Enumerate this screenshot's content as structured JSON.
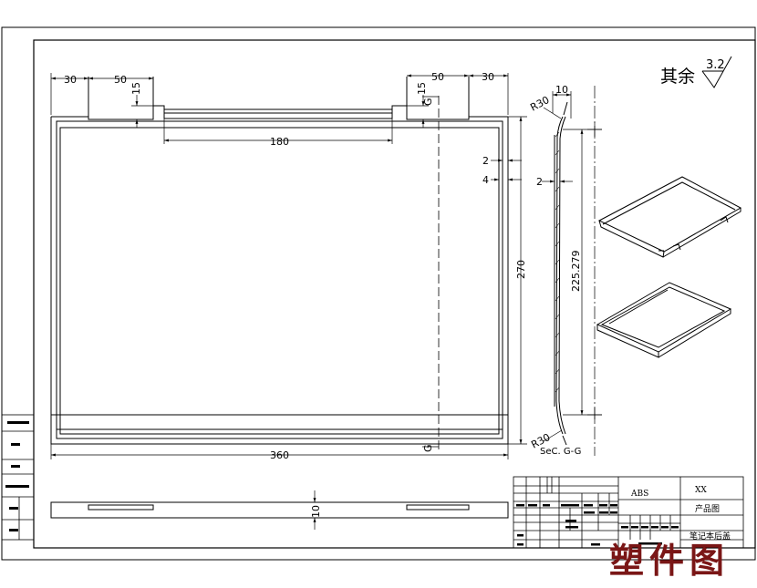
{
  "dims": {
    "w30_left": "30",
    "w50_left": "50",
    "h15_left": "15",
    "w50_right": "50",
    "w30_right": "30",
    "h15_right": "15",
    "w180": "180",
    "w360": "360",
    "h270": "270",
    "gap2": "2",
    "gap4": "4",
    "sec_w10": "10",
    "sec_r30_top": "R30",
    "sec_r30_bottom": "R30",
    "sec_gap2": "2",
    "sec_h225": "225.279",
    "bottom_h10": "10"
  },
  "section": {
    "marker_top": "G",
    "marker_bottom": "G",
    "label": "SeC. G-G"
  },
  "roughness": {
    "label": "其余",
    "value": "3.2"
  },
  "title_block": {
    "material": "ABS",
    "company": "XX",
    "drawing_type": "产品图",
    "part_name": "笔记本后盖"
  },
  "stamp_text": "塑件图"
}
